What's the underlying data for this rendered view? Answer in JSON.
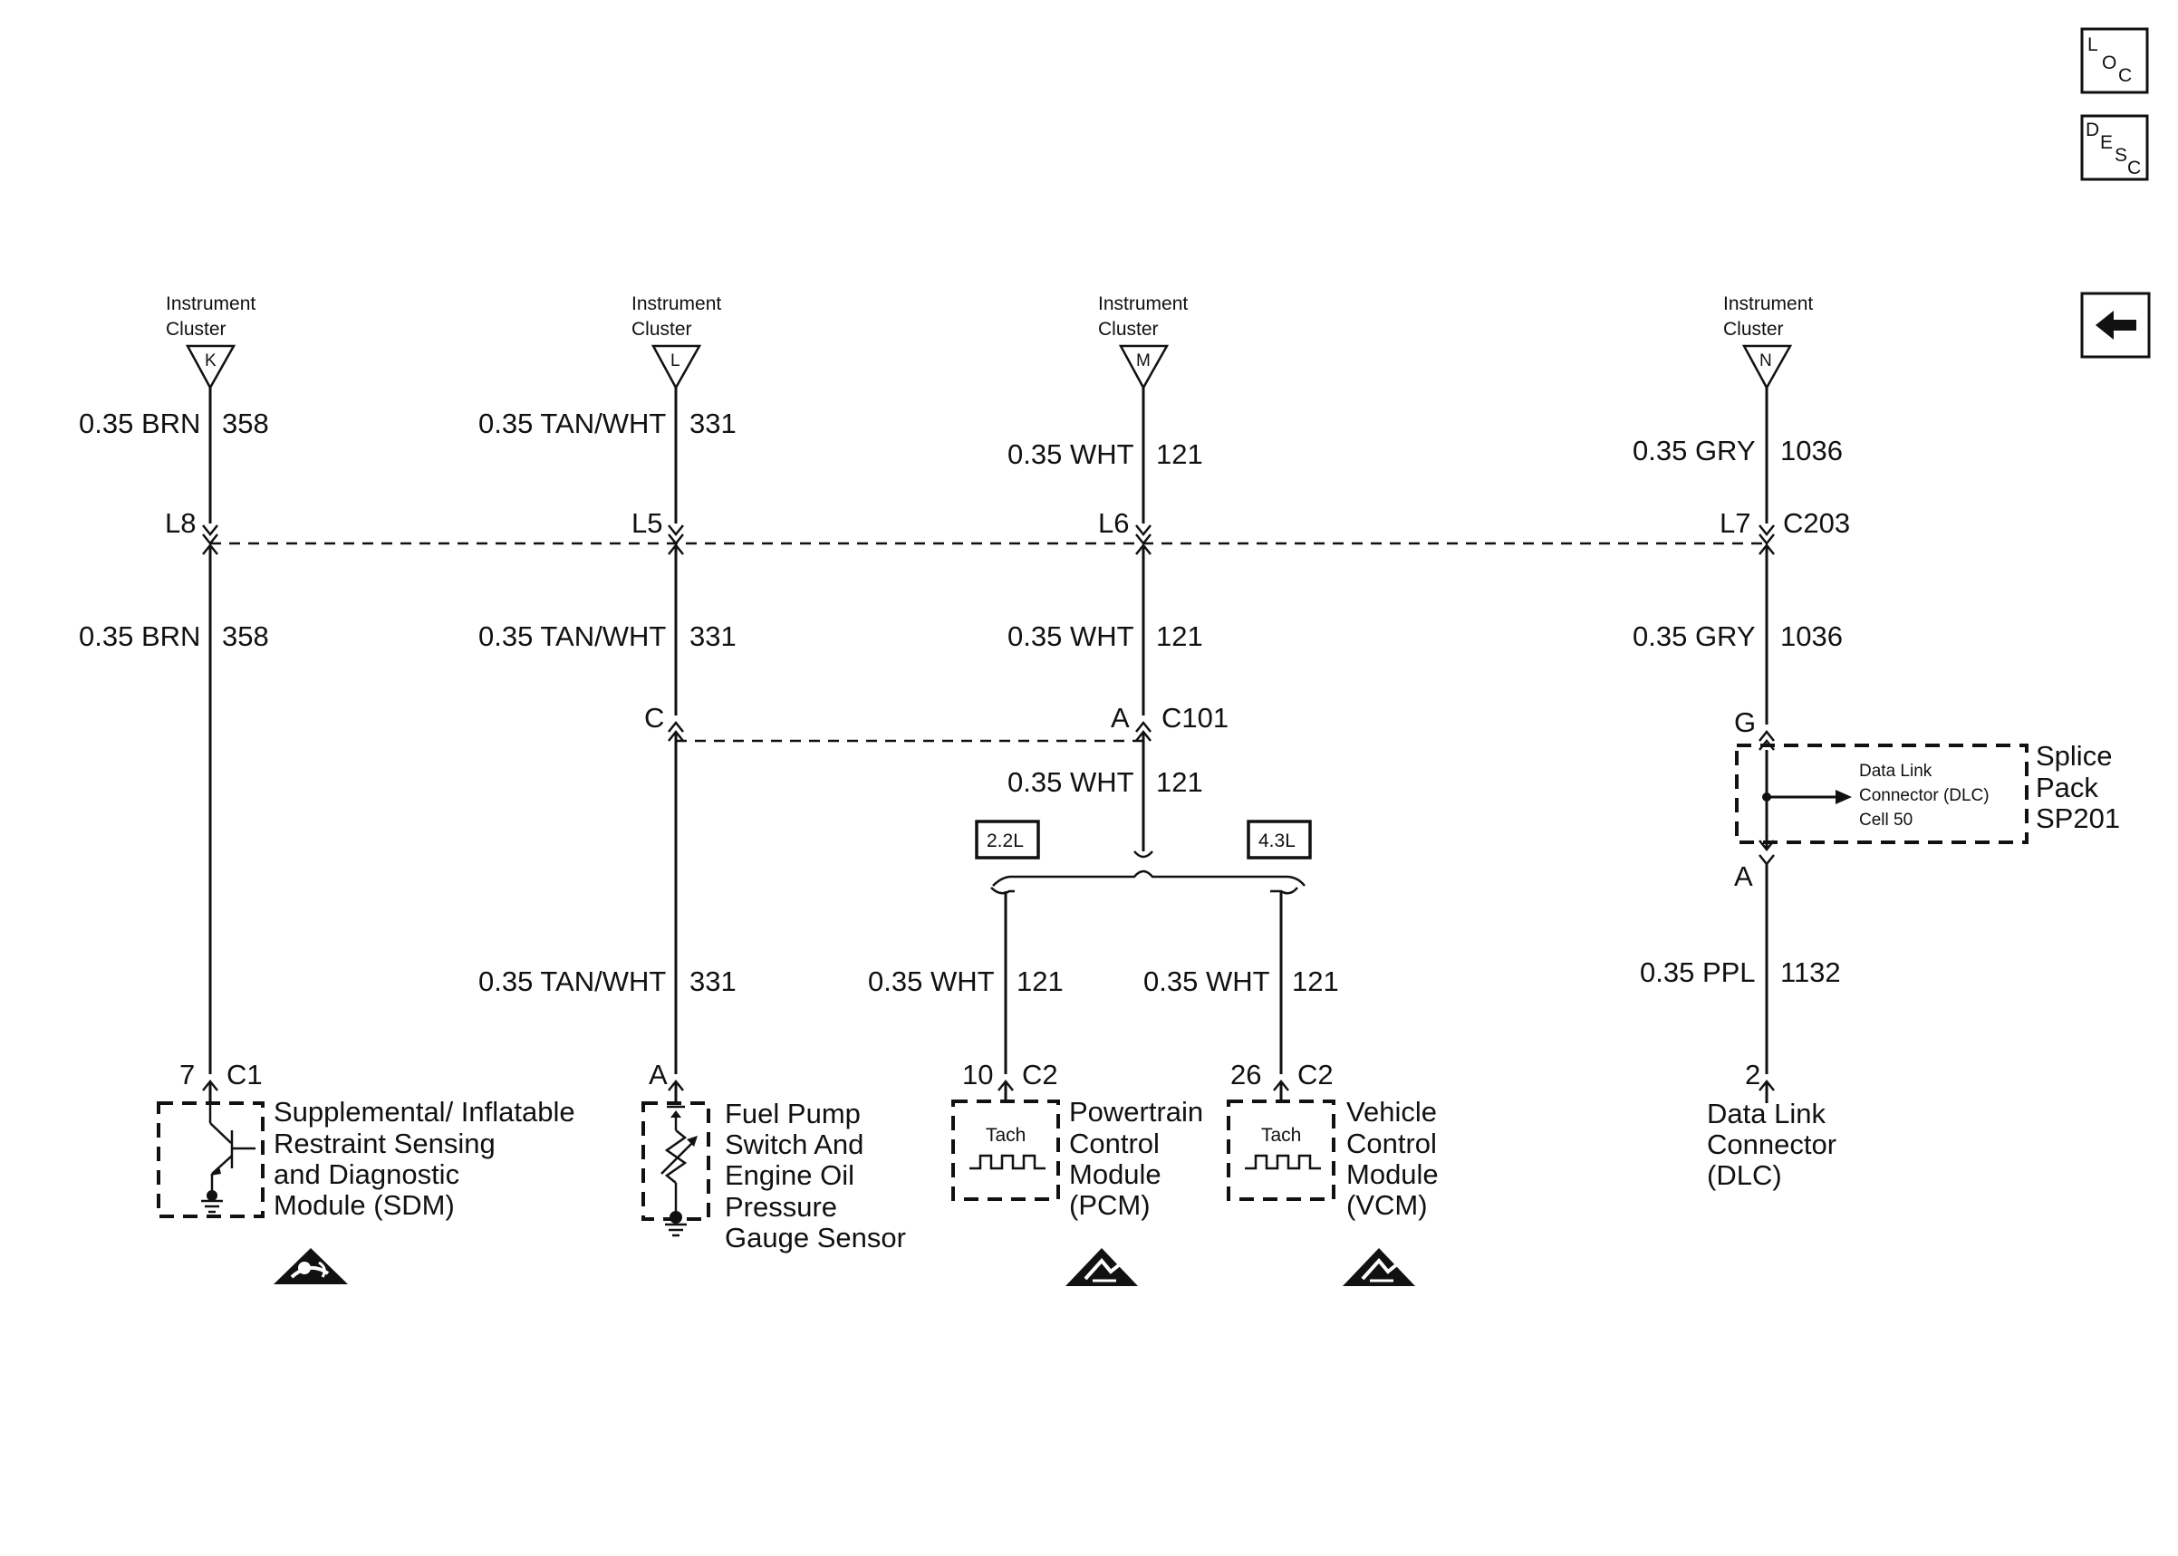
{
  "nav": {
    "loc": {
      "top": "L",
      "mid": "O",
      "bot": "C"
    },
    "desc": {
      "top": "D",
      "mid1": "E",
      "mid2": "S",
      "bot": "C"
    }
  },
  "terminals": [
    {
      "label1": "Instrument",
      "label2": "Cluster",
      "pin": "K"
    },
    {
      "label1": "Instrument",
      "label2": "Cluster",
      "pin": "L"
    },
    {
      "label1": "Instrument",
      "label2": "Cluster",
      "pin": "M"
    },
    {
      "label1": "Instrument",
      "label2": "Cluster",
      "pin": "N"
    }
  ],
  "circuits": {
    "k_upper": {
      "wire": "0.35 BRN",
      "num": "358"
    },
    "k_lower": {
      "wire": "0.35 BRN",
      "num": "358"
    },
    "l_upper": {
      "wire": "0.35 TAN/WHT",
      "num": "331"
    },
    "l_mid": {
      "wire": "0.35 TAN/WHT",
      "num": "331"
    },
    "l_lower": {
      "wire": "0.35 TAN/WHT",
      "num": "331"
    },
    "m_upper": {
      "wire": "0.35 WHT",
      "num": "121"
    },
    "m_mid": {
      "wire": "0.35 WHT",
      "num": "121"
    },
    "m_lower": {
      "wire": "0.35 WHT",
      "num": "121"
    },
    "pcm_wire": {
      "wire": "0.35 WHT",
      "num": "121"
    },
    "vcm_wire": {
      "wire": "0.35 WHT",
      "num": "121"
    },
    "n_upper": {
      "wire": "0.35 GRY",
      "num": "1036"
    },
    "n_mid": {
      "wire": "0.35 GRY",
      "num": "1036"
    },
    "n_lower": {
      "wire": "0.35 PPL",
      "num": "1132"
    }
  },
  "connectors": {
    "c203": {
      "name": "C203",
      "pins": [
        "L8",
        "L5",
        "L6",
        "L7"
      ]
    },
    "c101": {
      "name": "C101",
      "pins": [
        "C",
        "A"
      ]
    },
    "sdm": {
      "pin": "7",
      "conn": "C1"
    },
    "sensor": {
      "pin": "A"
    },
    "pcm": {
      "pin": "10",
      "conn": "C2"
    },
    "vcm": {
      "pin": "26",
      "conn": "C2"
    },
    "splice_in": "G",
    "splice_out": "A",
    "dlc": {
      "pin": "2"
    }
  },
  "options": {
    "left": "2.2L",
    "right": "4.3L"
  },
  "splice": {
    "title": [
      "Splice",
      "Pack",
      "SP201"
    ],
    "ref": [
      "Data Link",
      "Connector (DLC)",
      "Cell 50"
    ]
  },
  "components": {
    "sdm": [
      "Supplemental/ Inflatable",
      "Restraint Sensing",
      "and Diagnostic",
      "Module (SDM)"
    ],
    "sensor": [
      "Fuel Pump",
      "Switch And",
      "Engine Oil",
      "Pressure",
      "Gauge Sensor"
    ],
    "pcm": [
      "Powertrain",
      "Control",
      "Module",
      "(PCM)"
    ],
    "vcm": [
      "Vehicle",
      "Control",
      "Module",
      "(VCM)"
    ],
    "dlc": [
      "Data Link",
      "Connector",
      "(DLC)"
    ],
    "tach": "Tach"
  },
  "icons": [
    "airbag-warning-icon",
    "esd-warning-icon",
    "back-arrow-icon"
  ]
}
